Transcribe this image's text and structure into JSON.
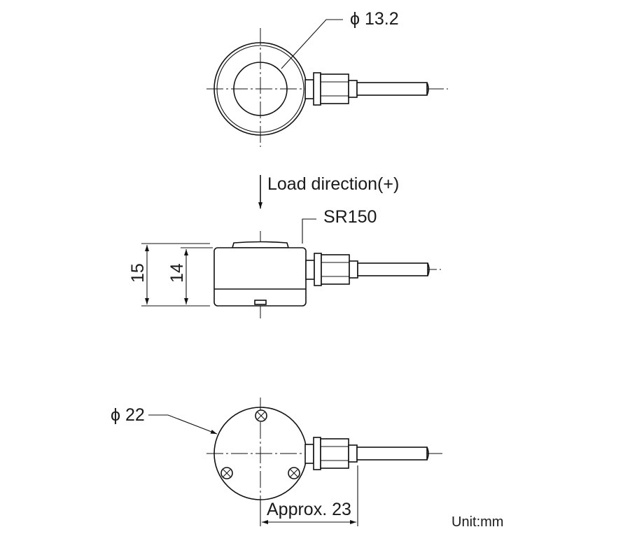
{
  "drawing": {
    "top_view": {
      "diameter_label": "ϕ 13.2"
    },
    "side_view": {
      "load_direction_label": "Load direction(+)",
      "radius_label": "SR150",
      "height_outer_label": "15",
      "height_inner_label": "14"
    },
    "bottom_view": {
      "diameter_label": "ϕ 22",
      "length_label": "Approx. 23"
    },
    "unit_label": "Unit:mm"
  }
}
